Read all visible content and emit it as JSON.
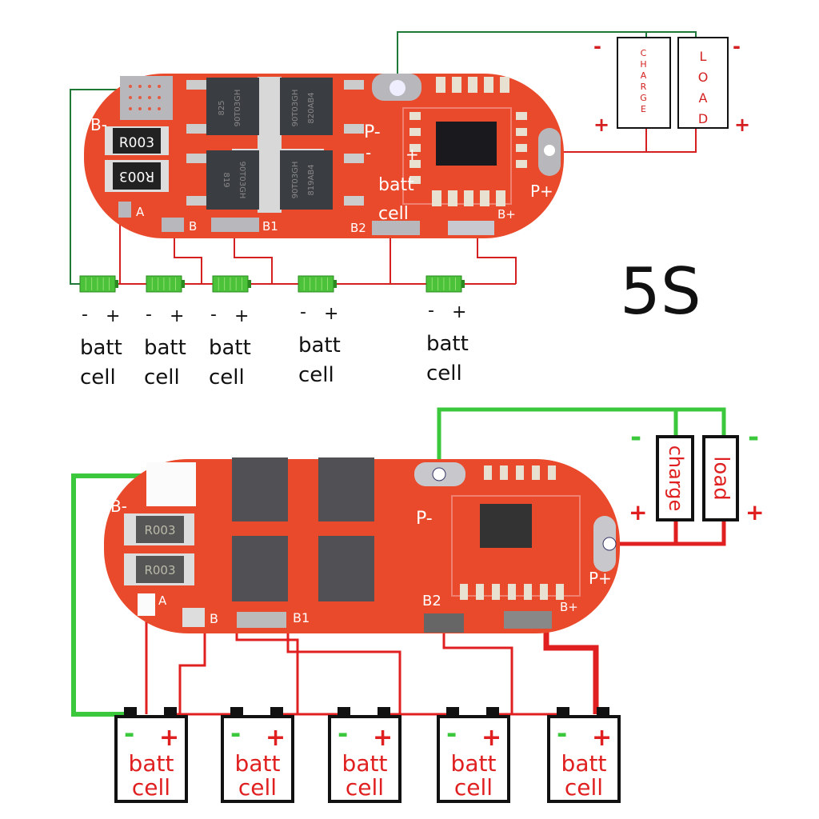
{
  "title": "5S",
  "colors": {
    "pcb": "#ea4a2c",
    "wire_green_top": "#1f7a3a",
    "wire_red_top": "#d42020",
    "wire_green": "#3cc83c",
    "wire_red": "#e02020",
    "mosfet": "#3a3d42"
  },
  "top_board": {
    "pads": {
      "b_minus": "B-",
      "a": "A",
      "b": "B",
      "b1": "B1",
      "b2": "B2",
      "b_plus": "B+",
      "p_minus": "P-",
      "p_plus": "P+"
    },
    "overlay_minus": "-",
    "overlay_plus": "+",
    "overlay_batt": "batt",
    "overlay_cell": "cell",
    "resistors": [
      "R003",
      "R003"
    ],
    "mosfets": [
      "90T03GH",
      "90T03GH",
      "90T03GH",
      "90T03GH"
    ],
    "mosfet_codes": [
      "825",
      "820AB4",
      "819",
      "819AB4"
    ]
  },
  "top_loads": {
    "charge": "CHARGE",
    "load": "LOAD",
    "minus": "-",
    "plus": "+"
  },
  "top_cells": [
    {
      "minus": "-",
      "plus": "+",
      "line1": "batt",
      "line2": "cell"
    },
    {
      "minus": "-",
      "plus": "+",
      "line1": "batt",
      "line2": "cell"
    },
    {
      "minus": "-",
      "plus": "+",
      "line1": "batt",
      "line2": "cell"
    },
    {
      "minus": "-",
      "plus": "+",
      "line1": "batt",
      "line2": "cell"
    },
    {
      "minus": "-",
      "plus": "+",
      "line1": "batt",
      "line2": "cell"
    }
  ],
  "bottom_board": {
    "pads": {
      "b_minus": "B-",
      "a": "A",
      "b": "B",
      "b1": "B1",
      "b2": "B2",
      "b_plus": "B+",
      "p_minus": "P-",
      "p_plus": "P+"
    },
    "resistors": [
      "R003",
      "R003"
    ]
  },
  "bottom_loads": {
    "charge": "charge",
    "load": "load",
    "minus": "-",
    "plus": "+"
  },
  "bottom_cells": [
    {
      "minus": "-",
      "plus": "+",
      "line1": "batt",
      "line2": "cell"
    },
    {
      "minus": "-",
      "plus": "+",
      "line1": "batt",
      "line2": "cell"
    },
    {
      "minus": "-",
      "plus": "+",
      "line1": "batt",
      "line2": "cell"
    },
    {
      "minus": "-",
      "plus": "+",
      "line1": "batt",
      "line2": "cell"
    },
    {
      "minus": "-",
      "plus": "+",
      "line1": "batt",
      "line2": "cell"
    }
  ]
}
